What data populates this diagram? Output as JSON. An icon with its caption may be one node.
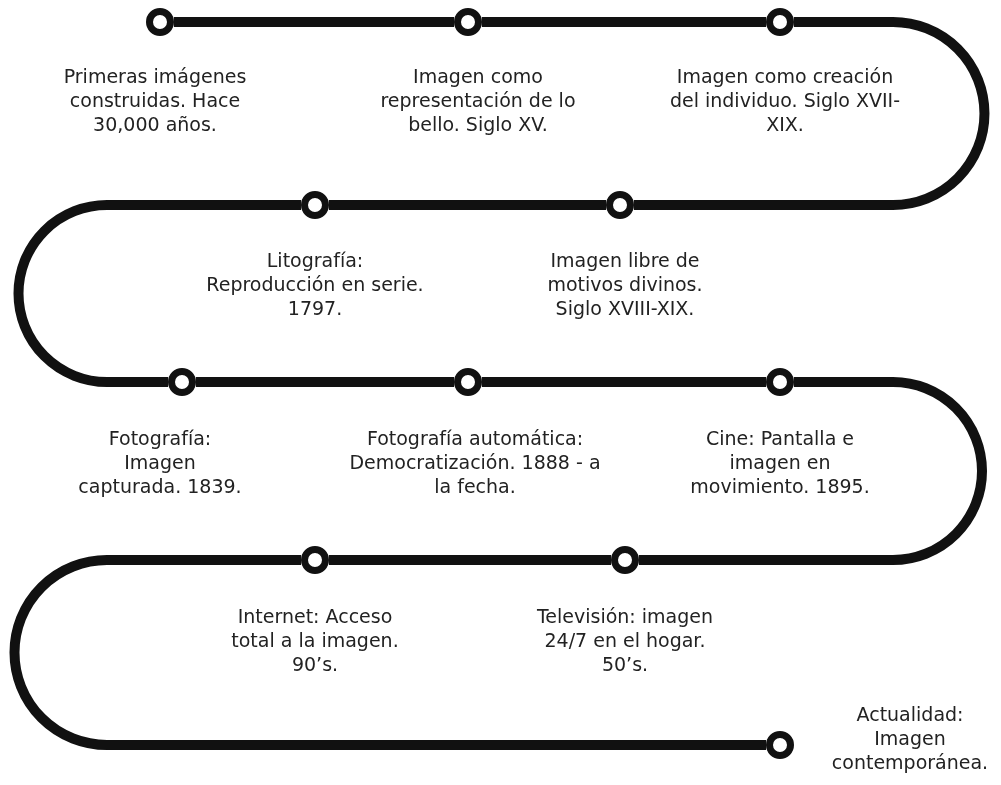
{
  "diagram": {
    "nodes": [
      {
        "text": [],
        "shape": "circle",
        "beside": [
          "Primeras imágenes construidas. Hace 30,000 años."
        ]
      },
      {
        "text": [],
        "shape": "circle",
        "beside": [
          "Imagen como representación de lo bello. Siglo XV."
        ]
      },
      {
        "text": [],
        "shape": "circle",
        "beside": [
          "Imagen como creación del individuo. Siglo XVII-XIX."
        ]
      },
      {
        "text": [],
        "shape": "circle",
        "beside": [
          "Imagen libre de motivos divinos. Siglo XVIII-XIX."
        ]
      },
      {
        "text": [],
        "shape": "circle",
        "beside": [
          "Litografía: Reproducción en serie. 1797."
        ]
      },
      {
        "text": [],
        "shape": "circle",
        "beside": [
          "Fotografía: Imagen capturada. 1839."
        ]
      },
      {
        "text": [],
        "shape": "circle",
        "beside": [
          "Fotografía automática: Democratización. 1888 - a la fecha."
        ]
      },
      {
        "text": [],
        "shape": "circle",
        "beside": [
          "Cine: Pantalla e imagen en movimiento. 1895."
        ]
      },
      {
        "text": [],
        "shape": "circle",
        "beside": [
          "Televisión: imagen 24/7 en el hogar. 50’s."
        ]
      },
      {
        "text": [],
        "shape": "circle",
        "beside": [
          "Internet: Acceso total a la imagen. 90’s."
        ]
      },
      {
        "text": [],
        "shape": "circle",
        "beside": [
          "Actualidad: Imagen contemporánea."
        ]
      }
    ],
    "edges": [
      {
        "from": 0,
        "to": 1,
        "arrow": "none"
      },
      {
        "from": 1,
        "to": 2,
        "arrow": "none"
      },
      {
        "from": 2,
        "to": 3,
        "arrow": "none"
      },
      {
        "from": 3,
        "to": 4,
        "arrow": "none"
      },
      {
        "from": 4,
        "to": 5,
        "arrow": "none"
      },
      {
        "from": 5,
        "to": 6,
        "arrow": "none"
      },
      {
        "from": 6,
        "to": 7,
        "arrow": "none"
      },
      {
        "from": 7,
        "to": 8,
        "arrow": "none"
      },
      {
        "from": 8,
        "to": 9,
        "arrow": "none"
      },
      {
        "from": 9,
        "to": 10,
        "arrow": "none"
      }
    ]
  }
}
